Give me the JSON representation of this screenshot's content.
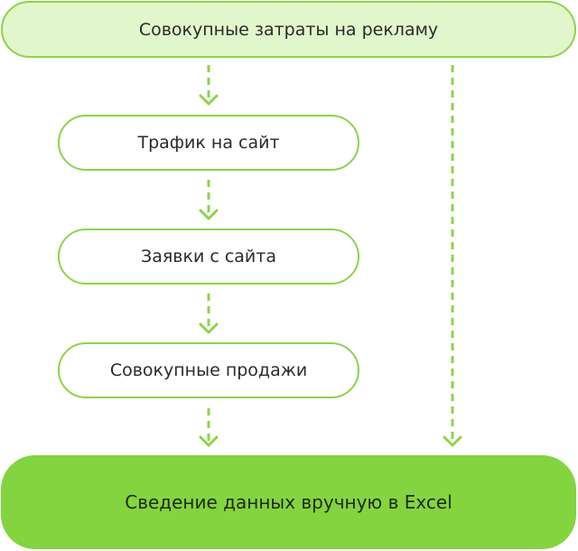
{
  "nodes": {
    "top": "Совокупные затраты на рекламу",
    "traffic": "Трафик на сайт",
    "leads": "Заявки с сайта",
    "sales": "Совокупные продажи",
    "bottom": "Сведение данных вручную в Excel"
  },
  "colors": {
    "accent": "#8ed34a",
    "top_fill": "#e2f6cc",
    "bottom_fill": "#84d43f"
  },
  "connectors": [
    {
      "from": "top",
      "to": "traffic",
      "style": "dashed-arrow"
    },
    {
      "from": "traffic",
      "to": "leads",
      "style": "dashed-arrow"
    },
    {
      "from": "leads",
      "to": "sales",
      "style": "dashed-arrow"
    },
    {
      "from": "sales",
      "to": "bottom",
      "style": "dashed-arrow"
    },
    {
      "from": "top",
      "to": "bottom",
      "style": "dashed-arrow"
    }
  ]
}
